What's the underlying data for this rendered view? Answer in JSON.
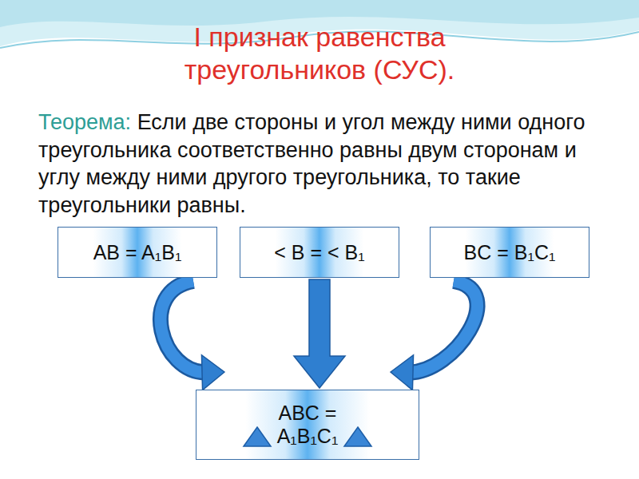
{
  "diagram": {
    "title": "I признак равенства треугольников (СУС).",
    "nodes": [
      {
        "text": [
          "AB = A₁B₁"
        ]
      },
      {
        "text": [
          "< B = < B₁"
        ]
      },
      {
        "text": [
          "BC = B₁C₁"
        ]
      },
      {
        "text": [
          "ABC =",
          "A₁B₁C₁"
        ]
      }
    ],
    "edges": [
      {
        "from": 0,
        "to": 3,
        "arrow": "to"
      },
      {
        "from": 1,
        "to": 3,
        "arrow": "to"
      },
      {
        "from": 2,
        "to": 3,
        "arrow": "to"
      }
    ],
    "labels": [
      "Теорема:",
      "Если две стороны и угол между ними одного треугольника соответственно равны двум сторонам и углу между ними другого треугольника, то такие треугольники равны."
    ]
  }
}
